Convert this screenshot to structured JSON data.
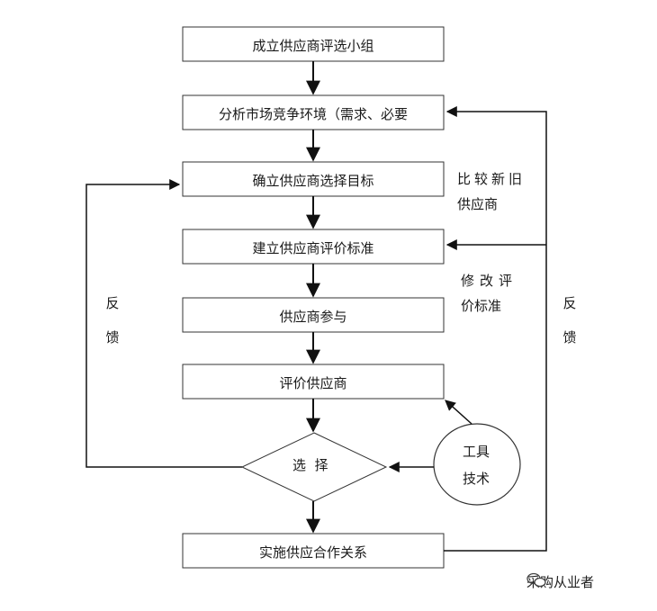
{
  "steps": [
    "成立供应商评选小组",
    "分析市场竞争环境（需求、必要",
    "确立供应商选择目标",
    "建立供应商评价标准",
    "供应商参与",
    "评价供应商",
    "实施供应合作关系"
  ],
  "decision": "选  择",
  "tool": {
    "line1": "工具",
    "line2": "技术"
  },
  "notes": {
    "compare_line1": "比较新旧",
    "compare_line2": "供应商",
    "modify_line1": "修改评",
    "modify_line2": "价标准"
  },
  "feedback_left": "反馈",
  "feedback_right": "反馈",
  "watermark": "采购从业者"
}
